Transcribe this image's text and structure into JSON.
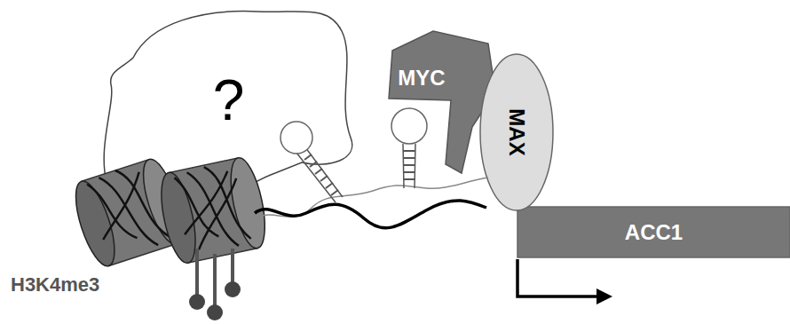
{
  "diagram": {
    "nodes": [
      {
        "text": [
          "?"
        ]
      },
      {
        "text": [
          "MYC"
        ]
      },
      {
        "text": [
          "MAX"
        ]
      },
      {
        "text": [
          "ACC1"
        ]
      }
    ],
    "labels": [
      "H3K4me3"
    ]
  }
}
